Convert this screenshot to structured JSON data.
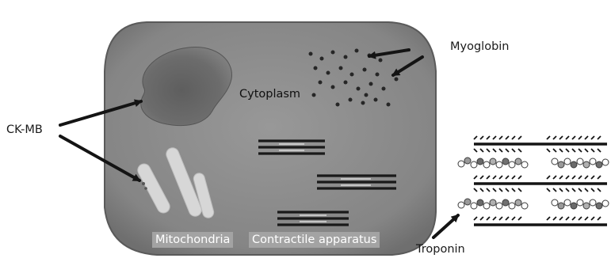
{
  "labels": {
    "myoglobin": "Myoglobin",
    "cytoplasm": "Cytoplasm",
    "ckmb": "CK-MB",
    "mitochondria": "Mitochondria",
    "contractile": "Contractile apparatus",
    "troponin": "Troponin"
  },
  "colors": {
    "cell_fill": "#8b8b8b",
    "nucleus": "#6e6e6e",
    "dark": "#1e1e1e",
    "label_box": "#a3a3a3"
  }
}
